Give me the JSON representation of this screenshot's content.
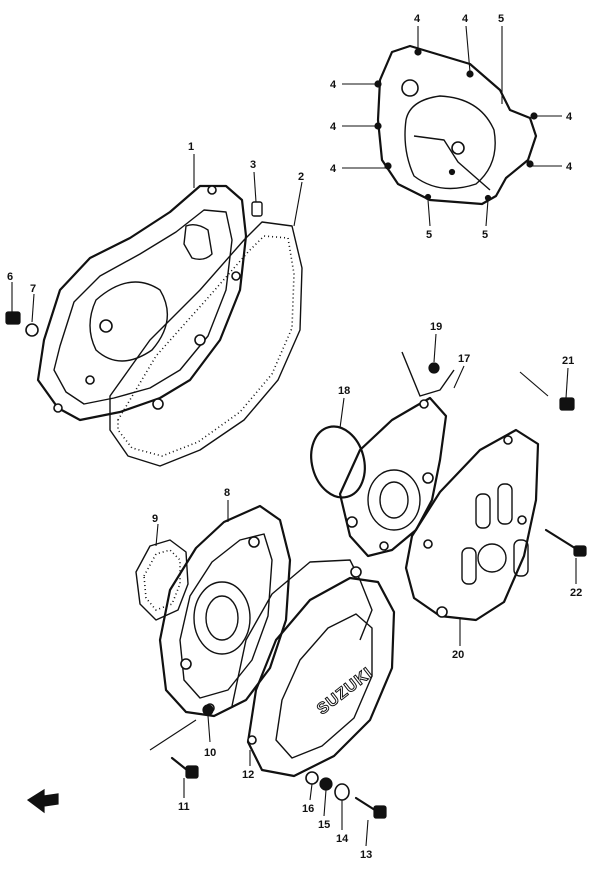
{
  "diagram": {
    "brand_mark": "SUZUKI",
    "callouts": {
      "c1": "1",
      "c2": "2",
      "c3": "3",
      "c4a": "4",
      "c4b": "4",
      "c4c": "4",
      "c4d": "4",
      "c4e": "4",
      "c4f": "4",
      "c4g": "4",
      "c5a": "5",
      "c5b": "5",
      "c5c": "5",
      "c6": "6",
      "c7": "7",
      "c8": "8",
      "c9": "9",
      "c10": "10",
      "c11": "11",
      "c12": "12",
      "c13": "13",
      "c14": "14",
      "c15": "15",
      "c16": "16",
      "c17": "17",
      "c18": "18",
      "c19": "19",
      "c20": "20",
      "c21": "21",
      "c22": "22"
    }
  }
}
